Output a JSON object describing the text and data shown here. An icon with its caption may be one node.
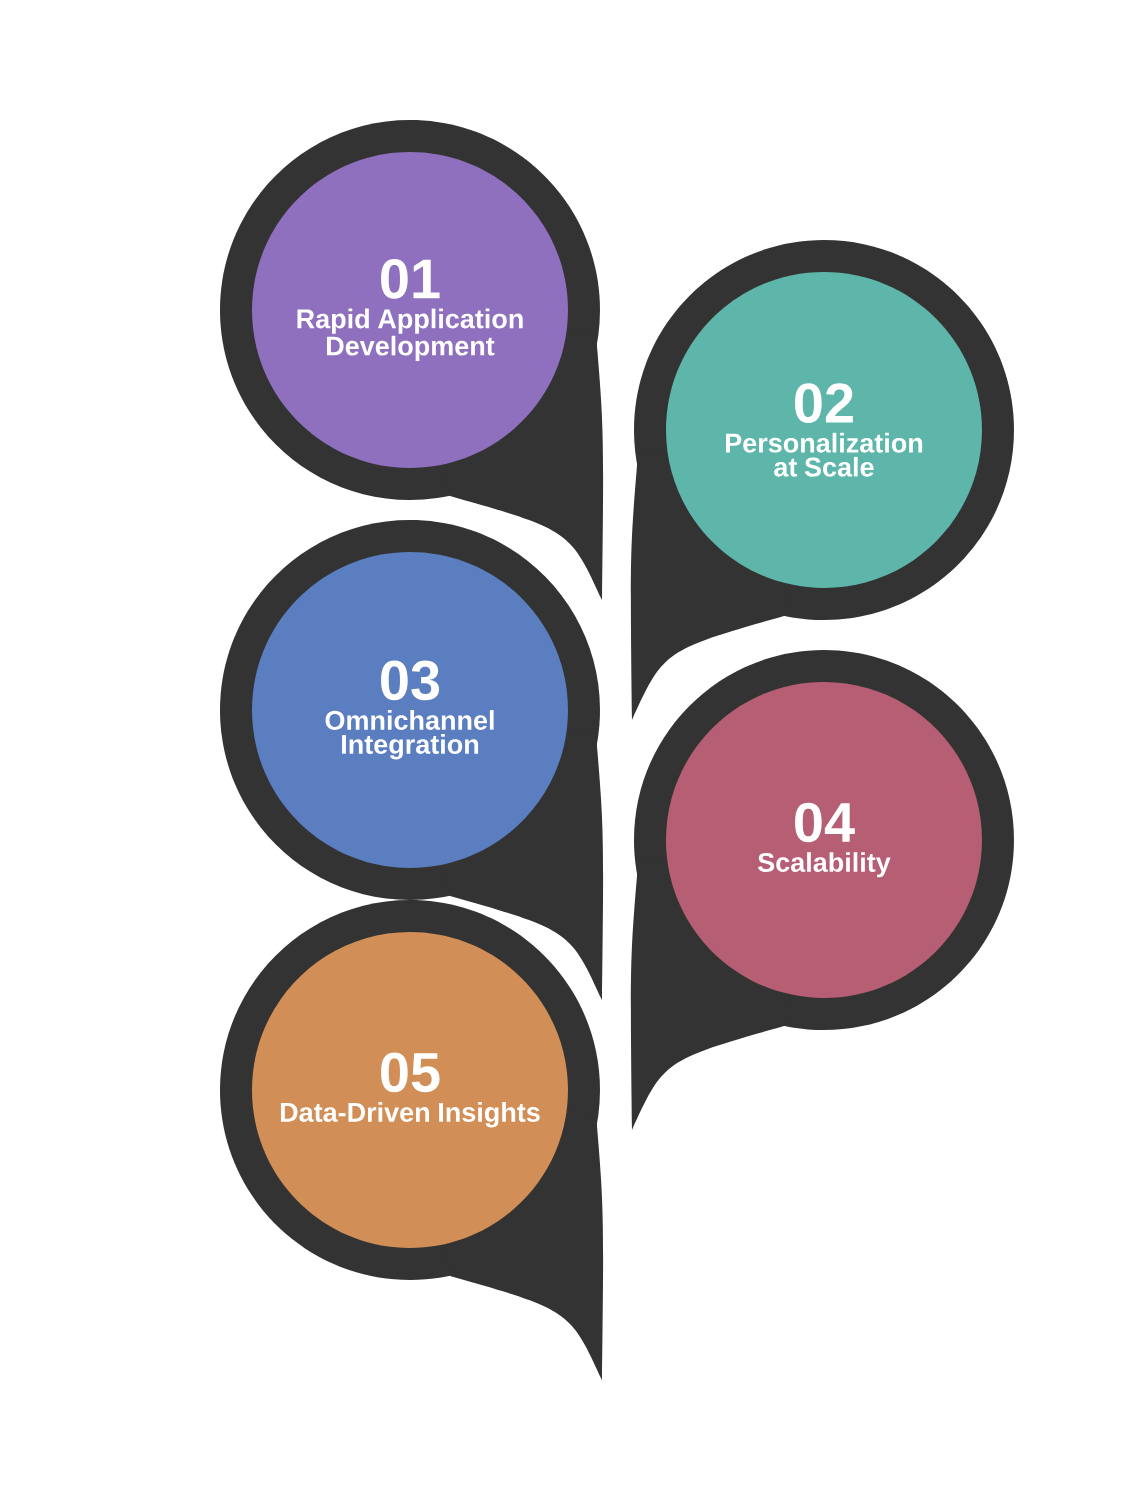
{
  "diagram": {
    "nodes": [
      {
        "text": [
          "01",
          "Rapid Application Development"
        ]
      },
      {
        "text": [
          "02",
          "Personalization at Scale"
        ]
      },
      {
        "text": [
          "03",
          "Omnichannel Integration"
        ]
      },
      {
        "text": [
          "04",
          "Scalability"
        ]
      },
      {
        "text": [
          "05",
          "Data-Driven Insights"
        ]
      }
    ]
  }
}
